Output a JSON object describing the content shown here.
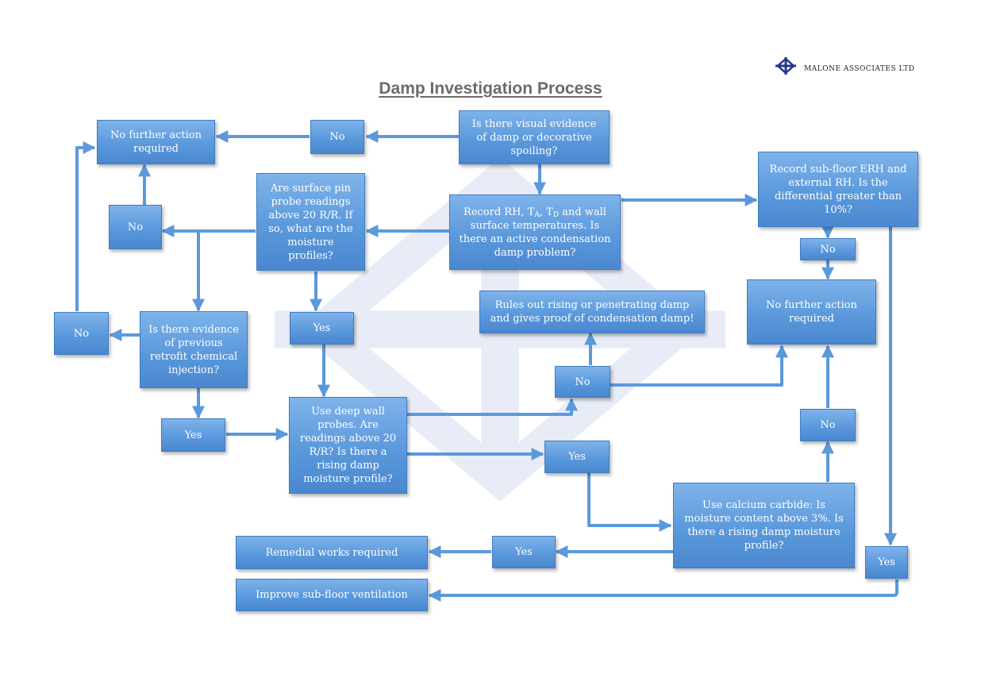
{
  "header": {
    "title": "Damp Investigation Process",
    "company": "Malone Associates Ltd"
  },
  "nodes": {
    "q_visual": "Is there visual evidence of damp or decorative spoiling?",
    "no_visual": "No",
    "nfa_1": "No further action required",
    "q_condensation_pre": "Record RH, T",
    "q_condensation_sub1": "A",
    "q_condensation_mid": ", T",
    "q_condensation_sub2": "D",
    "q_condensation_post": " and wall surface temperatures. Is there an active condensation damp problem?",
    "q_subfloor": "Record sub-floor ERH and external  RH. Is the differential greater than 10%?",
    "no_subfloor": "No",
    "nfa_2": "No further action required",
    "q_pin": "Are surface pin probe readings above 20 R/R.  If so, what are the moisture profiles?",
    "no_pin": "No",
    "q_retrofit": "Is there evidence of previous retrofit chemical injection?",
    "no_retrofit": "No",
    "yes_pin": "Yes",
    "rules_out": "Rules out rising or penetrating damp and gives proof of condensation damp!",
    "no_deep": "No",
    "yes_retrofit": "Yes",
    "q_deep": "Use deep wall probes. Are readings above 20 R/R? Is there a rising damp moisture profile?",
    "yes_deep": "Yes",
    "no_carbide": "No",
    "q_carbide": "Use calcium carbide: Is moisture content above 3%. Is there a rising damp  moisture profile?",
    "remedial": "Remedial works required",
    "yes_carbide": "Yes",
    "yes_subfloor": "Yes",
    "improve": "Improve sub-floor ventilation"
  }
}
